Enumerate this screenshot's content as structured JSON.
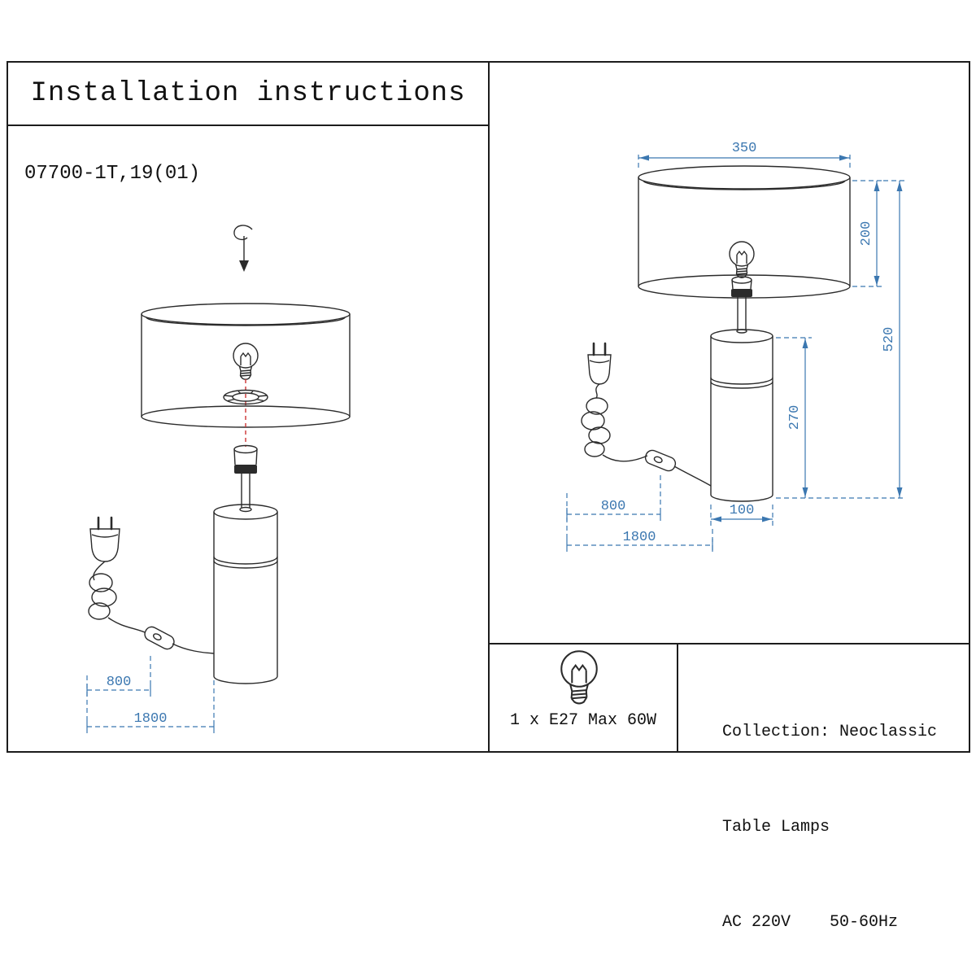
{
  "title": "Installation instructions",
  "model": "07700-1T,19(01)",
  "colors": {
    "dimension_blue": "#3b77b0",
    "line_black": "#2b2b2b",
    "center_red": "#cc3333"
  },
  "left_view": {
    "dim_800": "800",
    "dim_1800": "1800"
  },
  "right_view": {
    "dim_350": "350",
    "dim_200": "200",
    "dim_520": "520",
    "dim_270": "270",
    "dim_100": "100",
    "dim_800": "800",
    "dim_1800": "1800"
  },
  "spec": {
    "bulb": "1 x E27 Max 60W",
    "collection": "Collection: Neoclassic",
    "category": "Table Lamps",
    "power": "AC 220V    50-60Hz"
  }
}
